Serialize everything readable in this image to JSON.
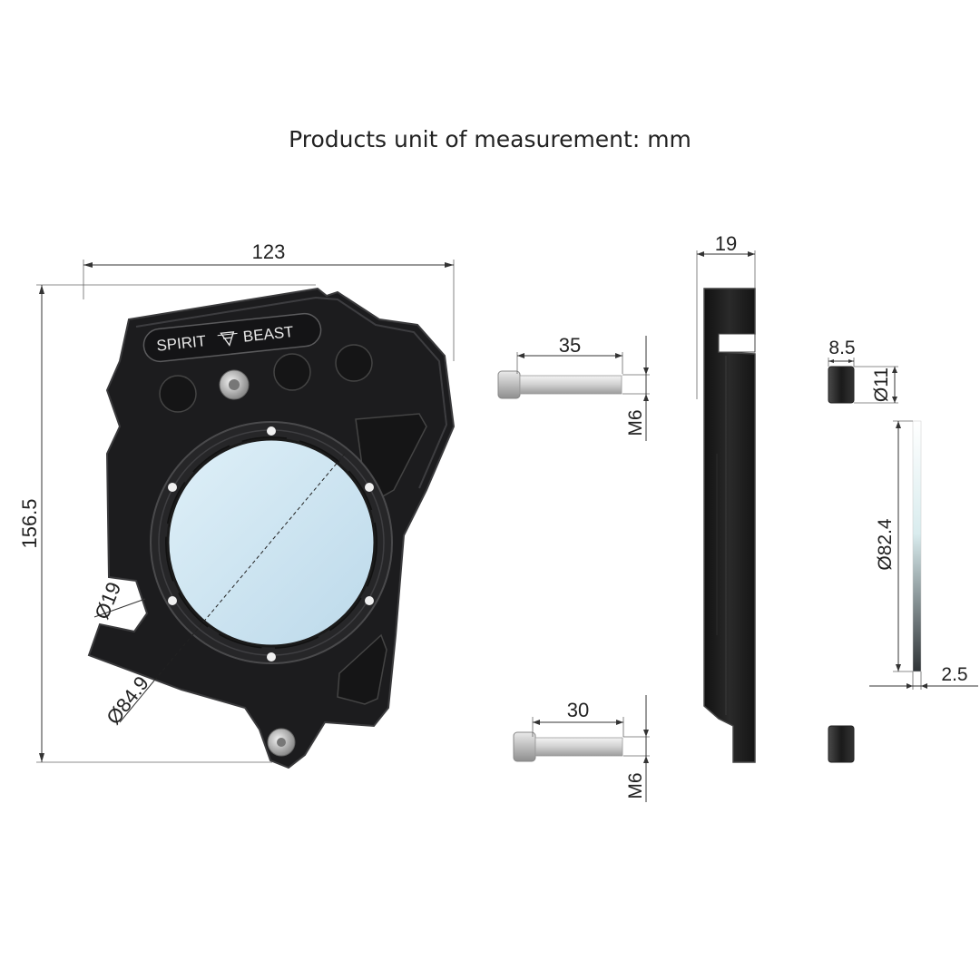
{
  "title": "Products unit of measurement: mm",
  "logo": {
    "left": "SPIRIT",
    "right": "BEAST"
  },
  "dimensions": {
    "width": "123",
    "height": "156.5",
    "window_dia": "Ø84.9",
    "notch_dia": "Ø19",
    "thickness": "19",
    "bolt1_length": "35",
    "bolt1_thread": "M6",
    "bolt2_length": "30",
    "bolt2_thread": "M6",
    "spacer_length": "8.5",
    "spacer_dia": "Ø11",
    "lens_dia": "Ø82.4",
    "lens_thickness": "2.5"
  },
  "colors": {
    "plate": "#1c1c1e",
    "plate_edge": "#2e2e30",
    "window": "#cfe6f2",
    "ring": "#2a2a2c"
  }
}
